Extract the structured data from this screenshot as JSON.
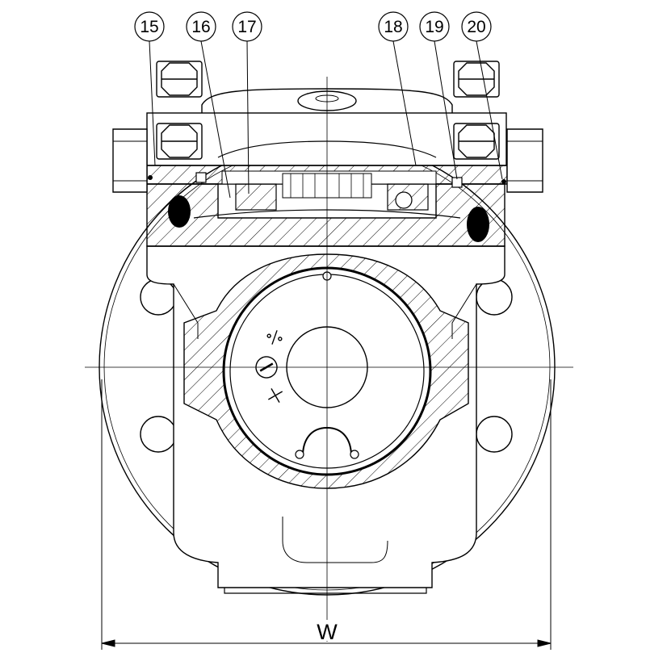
{
  "drawing": {
    "callouts": [
      {
        "label": "15"
      },
      {
        "label": "16"
      },
      {
        "label": "17"
      },
      {
        "label": "18"
      },
      {
        "label": "19"
      },
      {
        "label": "20"
      }
    ],
    "dimension": {
      "label": "W"
    },
    "colors": {
      "line": "#000000",
      "paper": "#ffffff"
    }
  }
}
